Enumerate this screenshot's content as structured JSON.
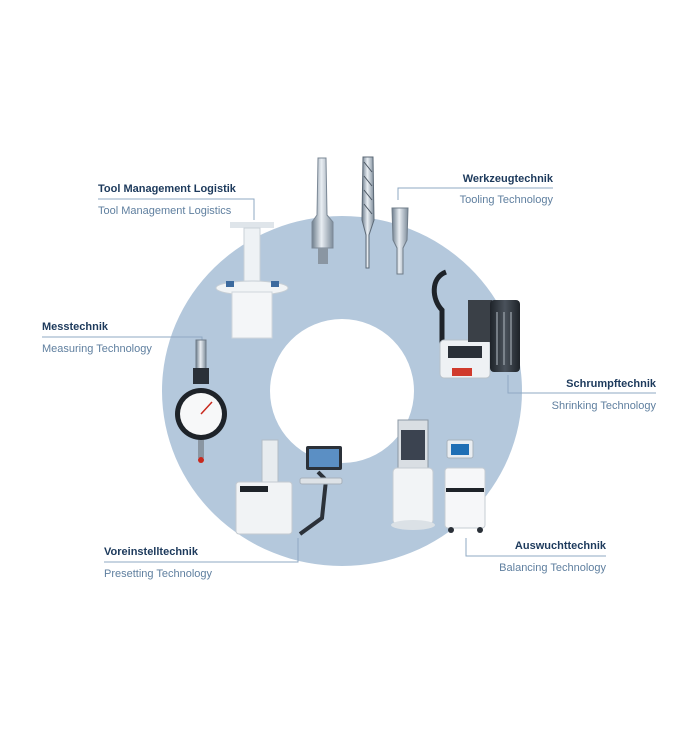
{
  "colors": {
    "ring": "#b4c8dc",
    "line": "#8fa9c3",
    "label_de": "#1d3a5c",
    "label_en": "#5f7f9f"
  },
  "segments": [
    {
      "id": "tool-management",
      "de": "Tool Management Logistik",
      "en": "Tool Management Logistics",
      "icon": "tool-storage-rack"
    },
    {
      "id": "tooling",
      "de": "Werkzeugtechnik",
      "en": "Tooling Technology",
      "icon": "tool-holders"
    },
    {
      "id": "shrinking",
      "de": "Schrumpftechnik",
      "en": "Shrinking Technology",
      "icon": "shrink-machine"
    },
    {
      "id": "balancing",
      "de": "Auswuchttechnik",
      "en": "Balancing Technology",
      "icon": "balancing-machine"
    },
    {
      "id": "presetting",
      "de": "Voreinstelltechnik",
      "en": "Presetting Technology",
      "icon": "presetting-device"
    },
    {
      "id": "measuring",
      "de": "Messtechnik",
      "en": "Measuring Technology",
      "icon": "dial-gauge"
    }
  ]
}
